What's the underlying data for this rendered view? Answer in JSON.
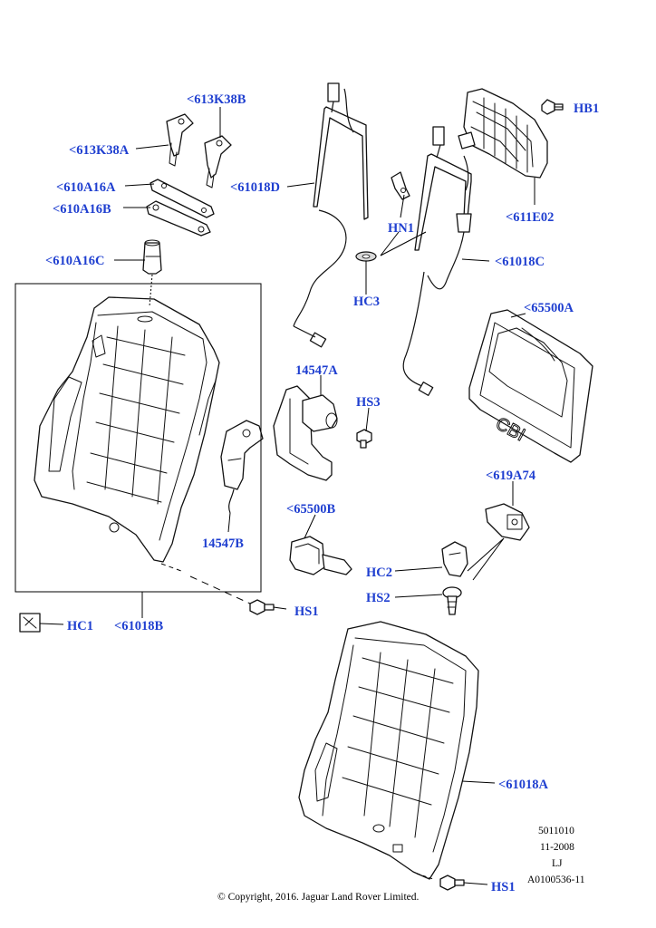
{
  "callouts": {
    "c613K38B": "<613K38B",
    "c613K38A": "<613K38A",
    "c610A16A": "<610A16A",
    "c610A16B": "<610A16B",
    "c610A16C": "<610A16C",
    "c61018D": "<61018D",
    "cHN1": "HN1",
    "cHC3": "HC3",
    "cHB1": "HB1",
    "c611E02": "<611E02",
    "c61018C": "<61018C",
    "c65500A": "<65500A",
    "c14547A": "14547A",
    "cHS3": "HS3",
    "c14547B": "14547B",
    "c65500B": "<65500B",
    "c619A74": "<619A74",
    "cHC2": "HC2",
    "cHS2": "HS2",
    "cHS1a": "HS1",
    "cHC1": "HC1",
    "c61018B": "<61018B",
    "c61018A": "<61018A",
    "cHS1b": "HS1"
  },
  "meta": {
    "code": "5011010",
    "date": "11-2008",
    "initials": "LJ",
    "ref": "A0100536-11"
  },
  "copyright": "© Copyright, 2016. Jaguar Land Rover Limited.",
  "colors": {
    "callout": "#1f3fd0",
    "line": "#000000"
  }
}
